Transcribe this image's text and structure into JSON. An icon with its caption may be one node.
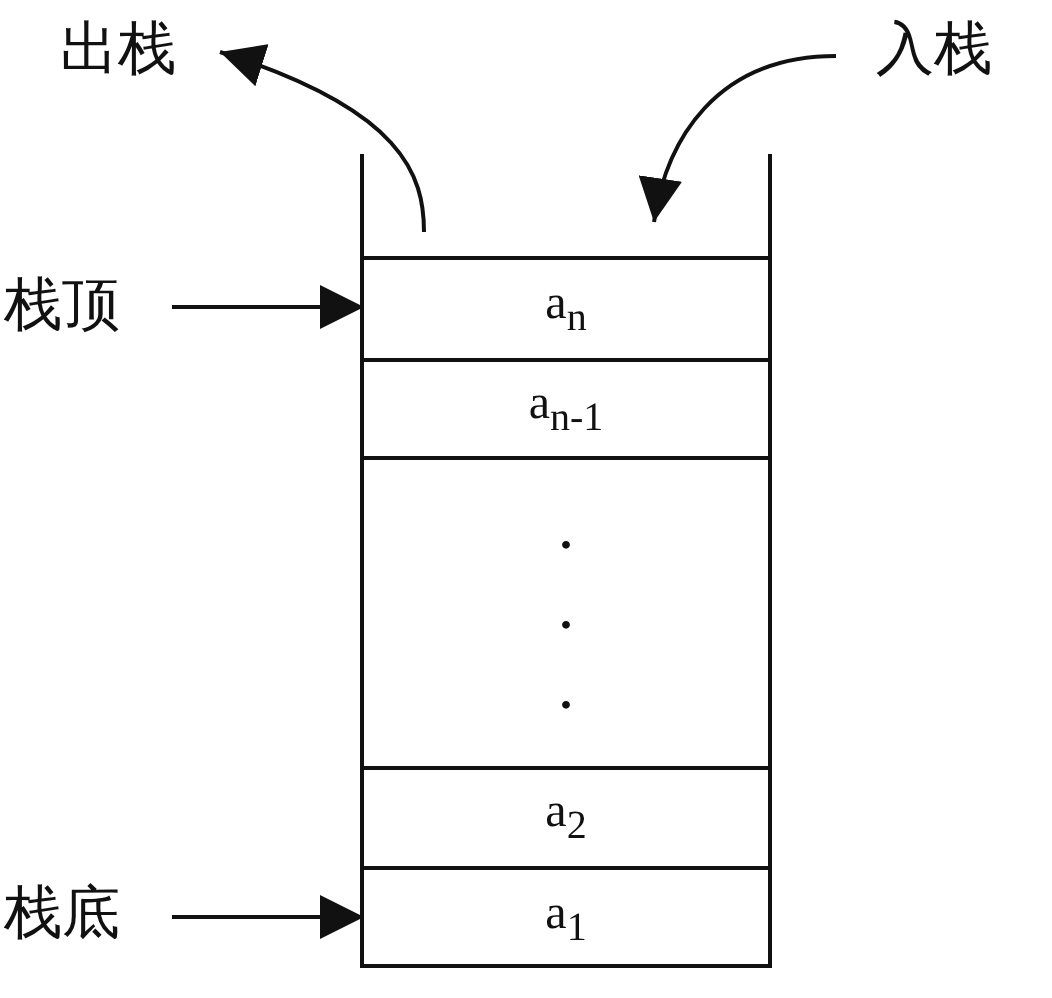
{
  "diagram": {
    "nodes": [
      {
        "text": [
          "出栈"
        ]
      },
      {
        "text": [
          "入栈"
        ]
      },
      {
        "text": [],
        "shape": "box"
      },
      {
        "text": [
          "栈顶"
        ]
      },
      {
        "text": [
          "a$_{n}$"
        ],
        "in": 2
      },
      {
        "text": [
          "a$_{n-1}$"
        ],
        "in": 2
      },
      {
        "text": [
          ".",
          ".",
          "."
        ],
        "in": 2
      },
      {
        "text": [
          "a$_{2}$"
        ],
        "in": 2
      },
      {
        "text": [
          "栈底"
        ]
      },
      {
        "text": [
          "a$_{1}$"
        ],
        "in": 2
      }
    ],
    "edges": [
      {
        "from": 4,
        "to": 0,
        "arrow": "to"
      },
      {
        "from": 1,
        "to": 4,
        "arrow": "to"
      },
      {
        "from": 3,
        "to": 4,
        "arrow": "to"
      },
      {
        "from": 8,
        "to": 9,
        "arrow": "to"
      }
    ]
  }
}
